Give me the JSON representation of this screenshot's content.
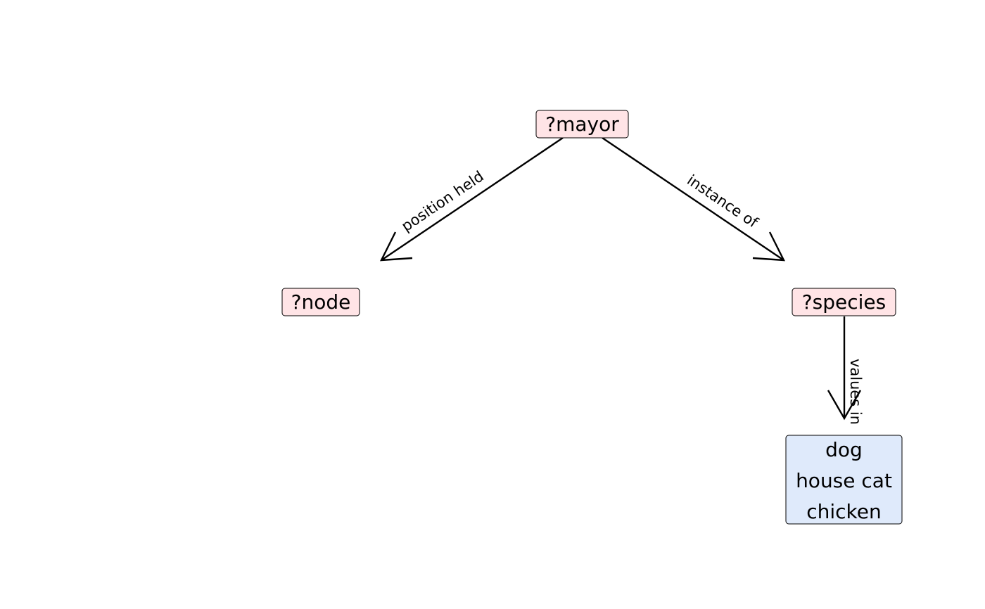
{
  "nodes": {
    "mayor": {
      "label": "?mayor"
    },
    "node": {
      "label": "?node"
    },
    "species": {
      "label": "?species"
    },
    "values": {
      "lines": [
        "dog",
        "house cat",
        "chicken"
      ]
    }
  },
  "edges": {
    "position_held": {
      "label": "position held"
    },
    "instance_of": {
      "label": "instance of"
    },
    "values_in": {
      "label": "values in"
    }
  },
  "colors": {
    "variable_node_fill": "#ffe4e6",
    "values_node_fill": "#dfeafb",
    "stroke": "#000000"
  }
}
